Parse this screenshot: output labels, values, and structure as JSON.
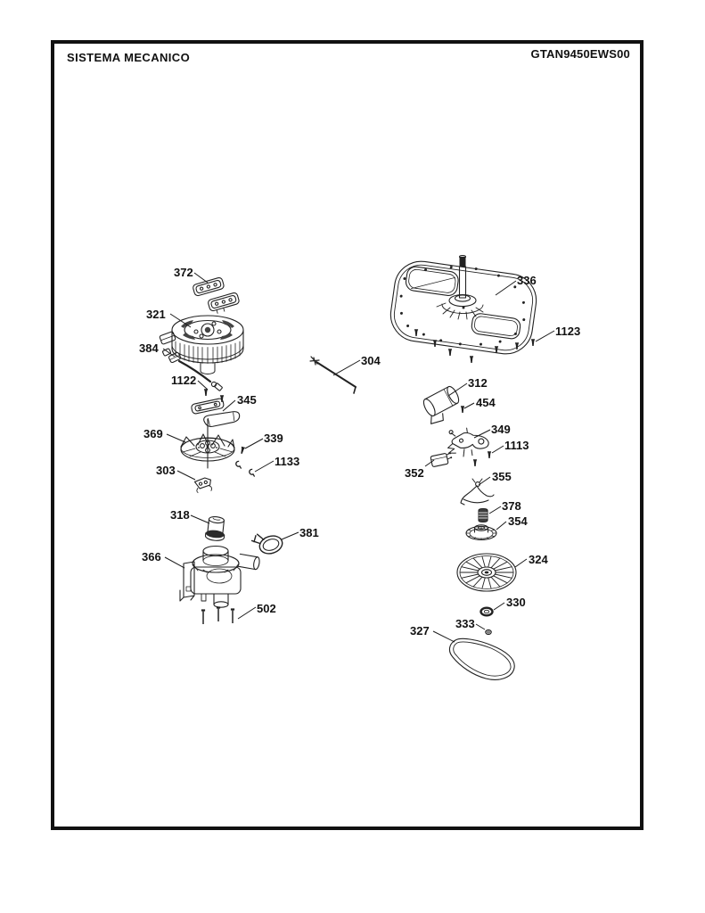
{
  "page": {
    "title": "SISTEMA MECANICO",
    "model": "GTAN9450EWS00"
  },
  "colors": {
    "ink": "#1a1a1a",
    "paper": "#ffffff"
  },
  "diagram": {
    "type": "exploded-parts-diagram",
    "callouts": [
      {
        "label": "372",
        "part": "motor-mount-pads"
      },
      {
        "label": "321",
        "part": "drive-motor"
      },
      {
        "label": "384",
        "part": "wire-harness"
      },
      {
        "label": "1122",
        "part": "screw"
      },
      {
        "label": "345",
        "part": "mount-plates"
      },
      {
        "label": "369",
        "part": "clutch-fan"
      },
      {
        "label": "339",
        "part": "screw"
      },
      {
        "label": "1133",
        "part": "retainer-clips"
      },
      {
        "label": "303",
        "part": "bracket-clip"
      },
      {
        "label": "318",
        "part": "pump-coupling"
      },
      {
        "label": "381",
        "part": "hose-clamp"
      },
      {
        "label": "366",
        "part": "drain-pump"
      },
      {
        "label": "502",
        "part": "screws"
      },
      {
        "label": "336",
        "part": "transmission-platform"
      },
      {
        "label": "1123",
        "part": "screws"
      },
      {
        "label": "304",
        "part": "link-rod"
      },
      {
        "label": "312",
        "part": "capacitor"
      },
      {
        "label": "454",
        "part": "screw"
      },
      {
        "label": "349",
        "part": "shift-bracket"
      },
      {
        "label": "1113",
        "part": "screw"
      },
      {
        "label": "352",
        "part": "switch-block"
      },
      {
        "label": "355",
        "part": "brake-lever"
      },
      {
        "label": "378",
        "part": "coupler-sleeve"
      },
      {
        "label": "354",
        "part": "pulley-hub"
      },
      {
        "label": "324",
        "part": "drive-pulley"
      },
      {
        "label": "330",
        "part": "washer"
      },
      {
        "label": "333",
        "part": "retainer-ring"
      },
      {
        "label": "327",
        "part": "drive-belt"
      }
    ]
  }
}
